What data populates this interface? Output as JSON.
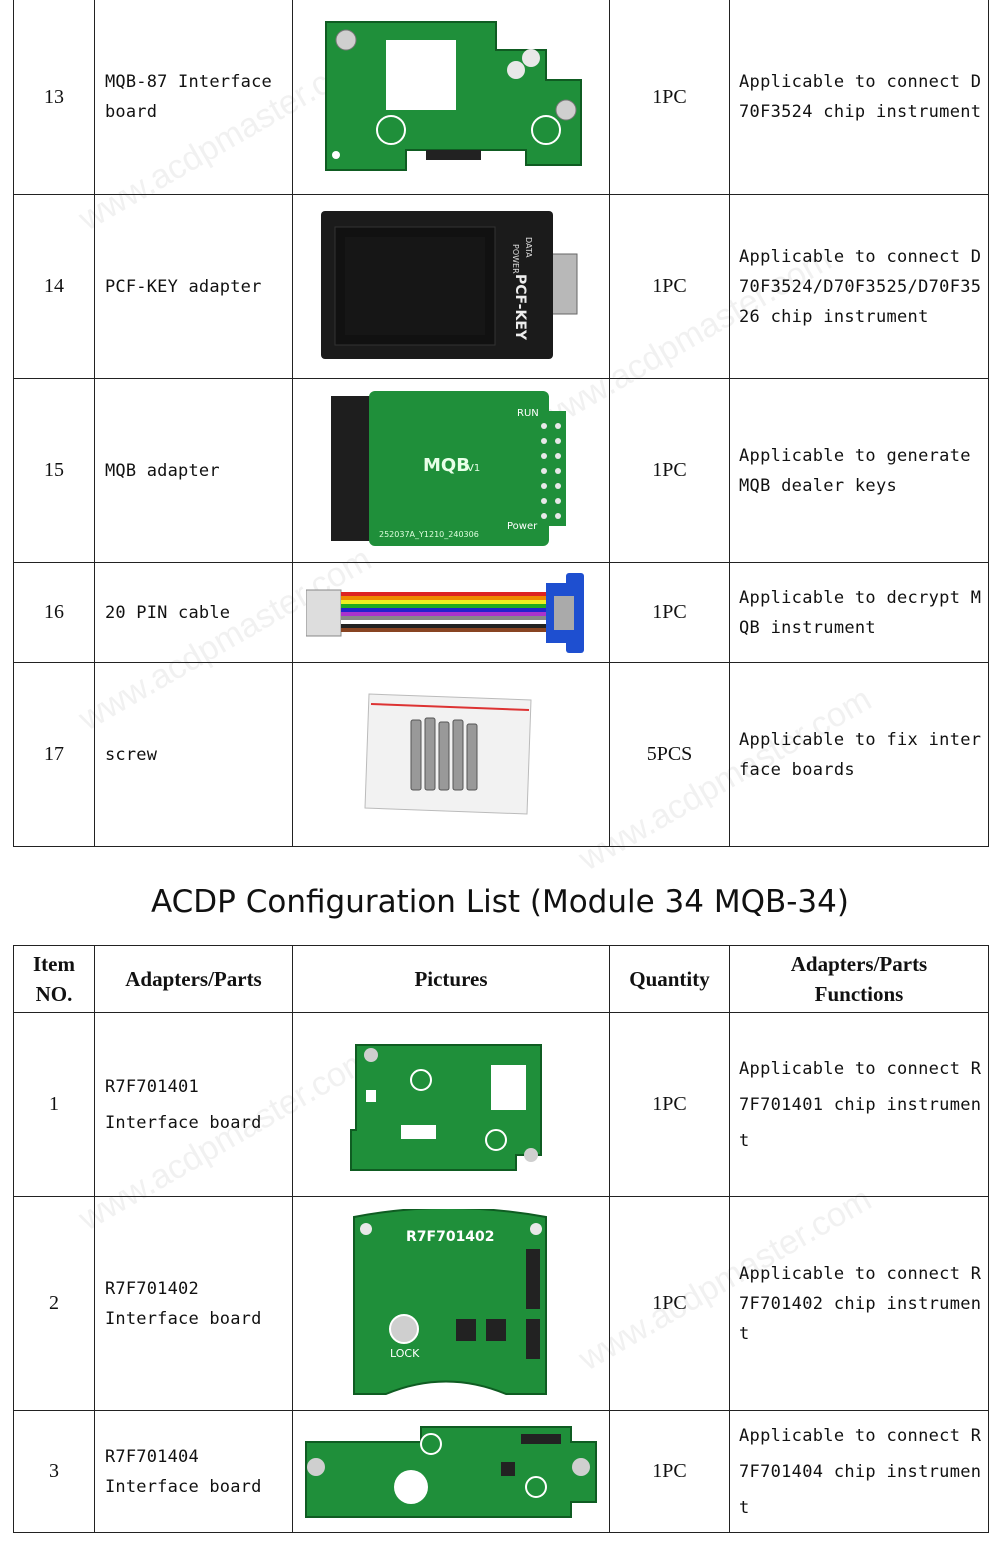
{
  "table1": {
    "rows": [
      {
        "no": "13",
        "name": "MQB-87 Interface board",
        "qty": "1PC",
        "fn": "Applicable to connect D70F3524 chip instrument",
        "icon": "pcb-board-image"
      },
      {
        "no": "14",
        "name": "PCF-KEY adapter",
        "qty": "1PC",
        "fn": "Applicable to connect D70F3524/D70F3525/D70F3526 chip instrument",
        "icon": "pcf-key-adapter-image",
        "board_labels": {
          "power": "POWER",
          "data": "DATA",
          "product": "PCF-KEY"
        }
      },
      {
        "no": "15",
        "name": "MQB adapter",
        "qty": "1PC",
        "fn": "Applicable to generate MQB dealer keys",
        "icon": "mqb-adapter-image",
        "board_labels": {
          "model": "MQB",
          "version": "V1",
          "run": "RUN",
          "power": "Power",
          "serial": "252037A_Y1210_240306"
        }
      },
      {
        "no": "16",
        "name": "20 PIN cable",
        "qty": "1PC",
        "fn": "Applicable to decrypt MQB instrument",
        "icon": "ribbon-cable-image"
      },
      {
        "no": "17",
        "name": "screw",
        "qty": "5PCS",
        "fn": "Applicable to fix interface boards",
        "icon": "screw-bag-image"
      }
    ]
  },
  "section_title": "ACDP Configuration List (Module 34 MQB-34)",
  "table2": {
    "headers": {
      "no": "Item NO.",
      "name": "Adapters/Parts",
      "pic": "Pictures",
      "qty": "Quantity",
      "fn": "Adapters/Parts Functions"
    },
    "rows": [
      {
        "no": "1",
        "name": "R7F701401 Interface board",
        "qty": "1PC",
        "fn": "Applicable to connect R7F701401 chip instrument",
        "icon": "pcb-board-image"
      },
      {
        "no": "2",
        "name": "R7F701402 Interface board",
        "qty": "1PC",
        "fn": "Applicable to connect R7F701402 chip instrument",
        "icon": "pcb-board-image",
        "board_labels": {
          "model": "R7F701402",
          "lock": "LOCK"
        }
      },
      {
        "no": "3",
        "name": "R7F701404 Interface board",
        "qty": "1PC",
        "fn": "Applicable to connect R7F701404 chip instrument",
        "icon": "pcb-board-image"
      }
    ]
  },
  "watermark": "www.acdpmaster.com",
  "colors": {
    "pcb_green": "#1f8f3a",
    "adapter_black": "#1b1b1b",
    "connector_blue": "#1e4fd0"
  }
}
